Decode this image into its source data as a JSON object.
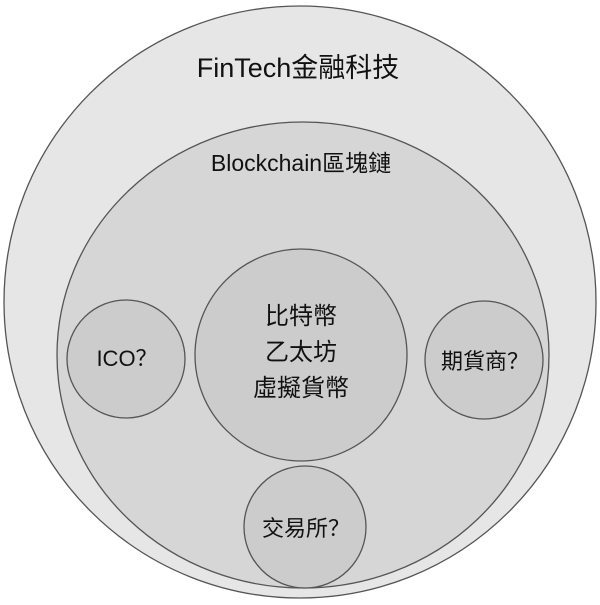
{
  "diagram": {
    "outer": {
      "label": "FinTech金融科技"
    },
    "middle": {
      "label": "Blockchain區塊鏈"
    },
    "core": {
      "lines": [
        "比特幣",
        "乙太坊",
        "虛擬貨幣"
      ]
    },
    "left": {
      "label": "ICO？"
    },
    "right": {
      "label": "期貨商？"
    },
    "bottom": {
      "label": "交易所？"
    }
  },
  "colors": {
    "outer_fill": "#e6e6e6",
    "middle_fill": "#d6d6d6",
    "inner_fill": "#cccccc",
    "stroke": "#555555",
    "text": "#111111"
  }
}
